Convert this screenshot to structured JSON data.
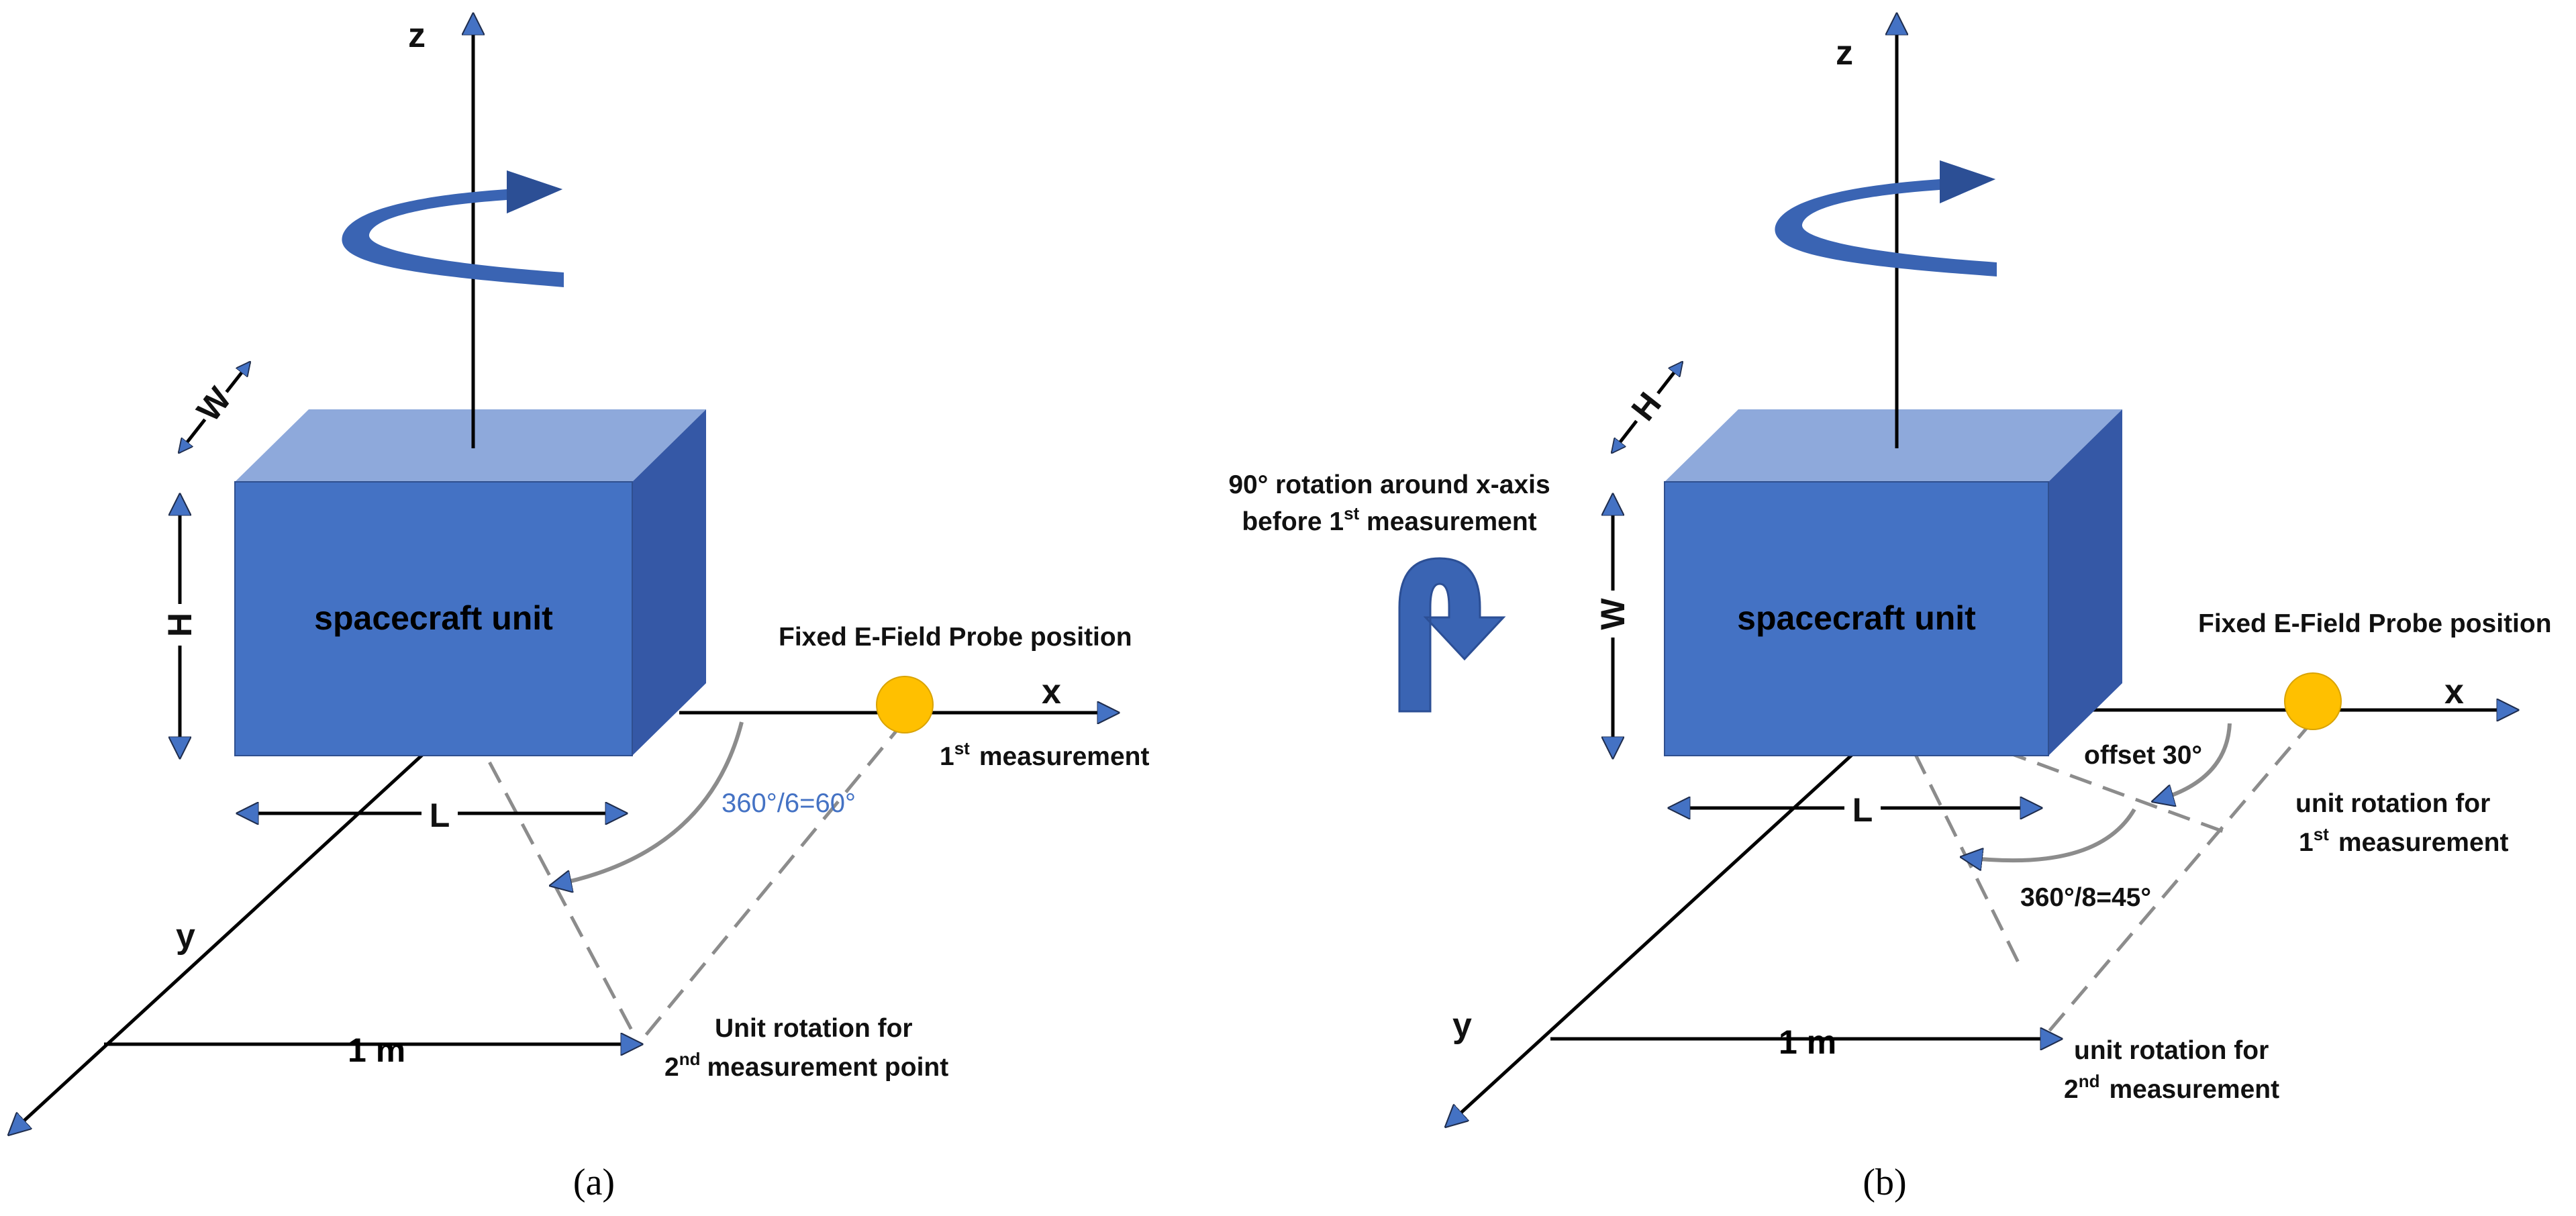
{
  "colors": {
    "cube_front": "#4472C4",
    "cube_top": "#8EA9DB",
    "cube_side": "#3558A6",
    "rotation_arrow": "#3A64B3",
    "rotation_arrow_dark": "#2C4F95",
    "probe": "#FFC000",
    "dashed": "#8C8C8C",
    "arc": "#8C8C8C",
    "arrowhead": "#4472C4",
    "angle_note": "#4472C4"
  },
  "icons": [
    "rotation-arrow-icon",
    "u-turn-arrow-icon",
    "probe-marker-icon"
  ],
  "panel_a": {
    "axis_z": "z",
    "axis_x": "x",
    "axis_y": "y",
    "dim_w": "W",
    "dim_h": "H",
    "dim_l": "L",
    "unit_label": "spacecraft unit",
    "probe_label": "Fixed E-Field Probe position",
    "first_measurement": {
      "sup": "st",
      "num": "1",
      "text": "measurement"
    },
    "angle_label": "360°/6=60°",
    "distance_label": "1 m",
    "second_line1": "Unit rotation for",
    "second_num": "2",
    "second_sup": "nd",
    "second_line2": "measurement point",
    "caption": "(a)"
  },
  "middle_note": {
    "line1": "90° rotation around x-axis",
    "line2_prefix": "before 1",
    "line2_sup": "st",
    "line2_suffix": " measurement"
  },
  "panel_b": {
    "axis_z": "z",
    "axis_x": "x",
    "axis_y": "y",
    "dim_top": "H",
    "dim_side": "W",
    "dim_l": "L",
    "unit_label": "spacecraft unit",
    "probe_label": "Fixed E-Field Probe position",
    "offset_label": "offset 30°",
    "first_line1": "unit rotation for",
    "first_num": "1",
    "first_sup": "st",
    "first_line2": "measurement",
    "angle_label": "360°/8=45°",
    "distance_label": "1 m",
    "second_line1": "unit rotation for",
    "second_num": "2",
    "second_sup": "nd",
    "second_line2": "measurement",
    "caption": "(b)"
  }
}
